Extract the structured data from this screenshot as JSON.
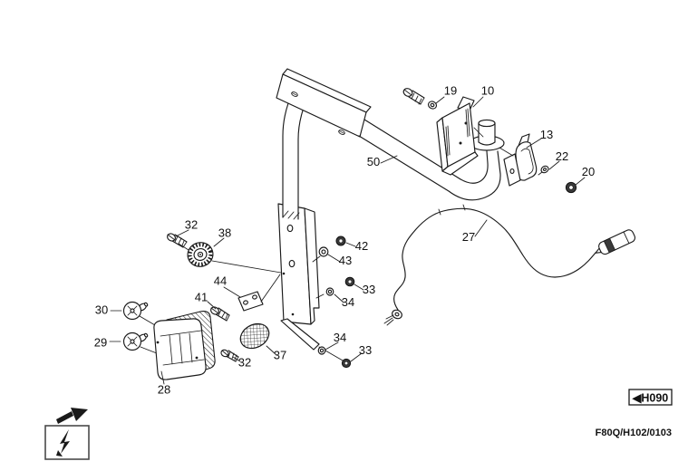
{
  "figure": {
    "footer_code": "F80Q/H102/0103",
    "nav_ref": "◀H090"
  },
  "icons": {
    "section_symbol": "lightning-bolt",
    "direction_arrow": "arrow-up-right",
    "nav_arrow": "left-triangle"
  },
  "colors": {
    "line": "#1a1a1a",
    "background": "#ffffff",
    "text": "#111111"
  },
  "callouts": {
    "c19": "19",
    "c10": "10",
    "c13": "13",
    "c22": "22",
    "c20": "20",
    "c50": "50",
    "c27": "27",
    "c32a": "32",
    "c38": "38",
    "c42": "42",
    "c43": "43",
    "c44": "44",
    "c41": "41",
    "c33a": "33",
    "c34a": "34",
    "c30": "30",
    "c29": "29",
    "c34b": "34",
    "c33b": "33",
    "c32b": "32",
    "c37": "37",
    "c28": "28"
  }
}
